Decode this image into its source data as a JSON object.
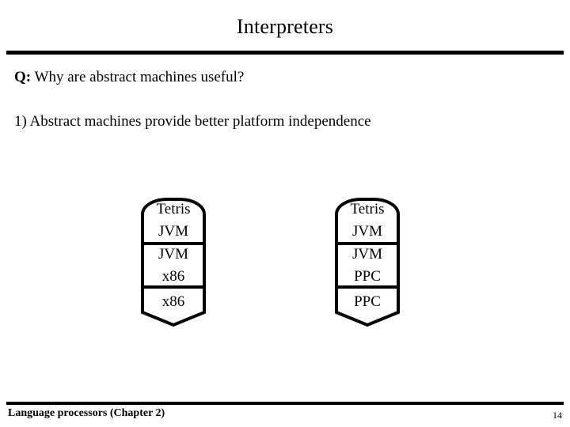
{
  "slide": {
    "title": "Interpreters",
    "question": {
      "label": "Q:",
      "text": " Why are abstract machines useful?"
    },
    "point_1": "1) Abstract machines provide better platform independence",
    "diagram": {
      "type": "stack-layers",
      "stacks": [
        {
          "name": "x86-stack",
          "layers": [
            {
              "slot": "application",
              "label": "Tetris"
            },
            {
              "slot": "abstract-machine-top",
              "label": "JVM"
            },
            {
              "slot": "abstract-machine-body",
              "label": "JVM"
            },
            {
              "slot": "hardware-body",
              "label": "x86"
            },
            {
              "slot": "hardware-base",
              "label": "x86"
            }
          ]
        },
        {
          "name": "ppc-stack",
          "layers": [
            {
              "slot": "application",
              "label": "Tetris"
            },
            {
              "slot": "abstract-machine-top",
              "label": "JVM"
            },
            {
              "slot": "abstract-machine-body",
              "label": "JVM"
            },
            {
              "slot": "hardware-body",
              "label": "PPC"
            },
            {
              "slot": "hardware-base",
              "label": "PPC"
            }
          ]
        }
      ]
    },
    "footer": {
      "left": "Language processors (Chapter 2)",
      "page_number": "14"
    },
    "colors": {
      "ink": "#000000",
      "background": "#ffffff"
    }
  }
}
